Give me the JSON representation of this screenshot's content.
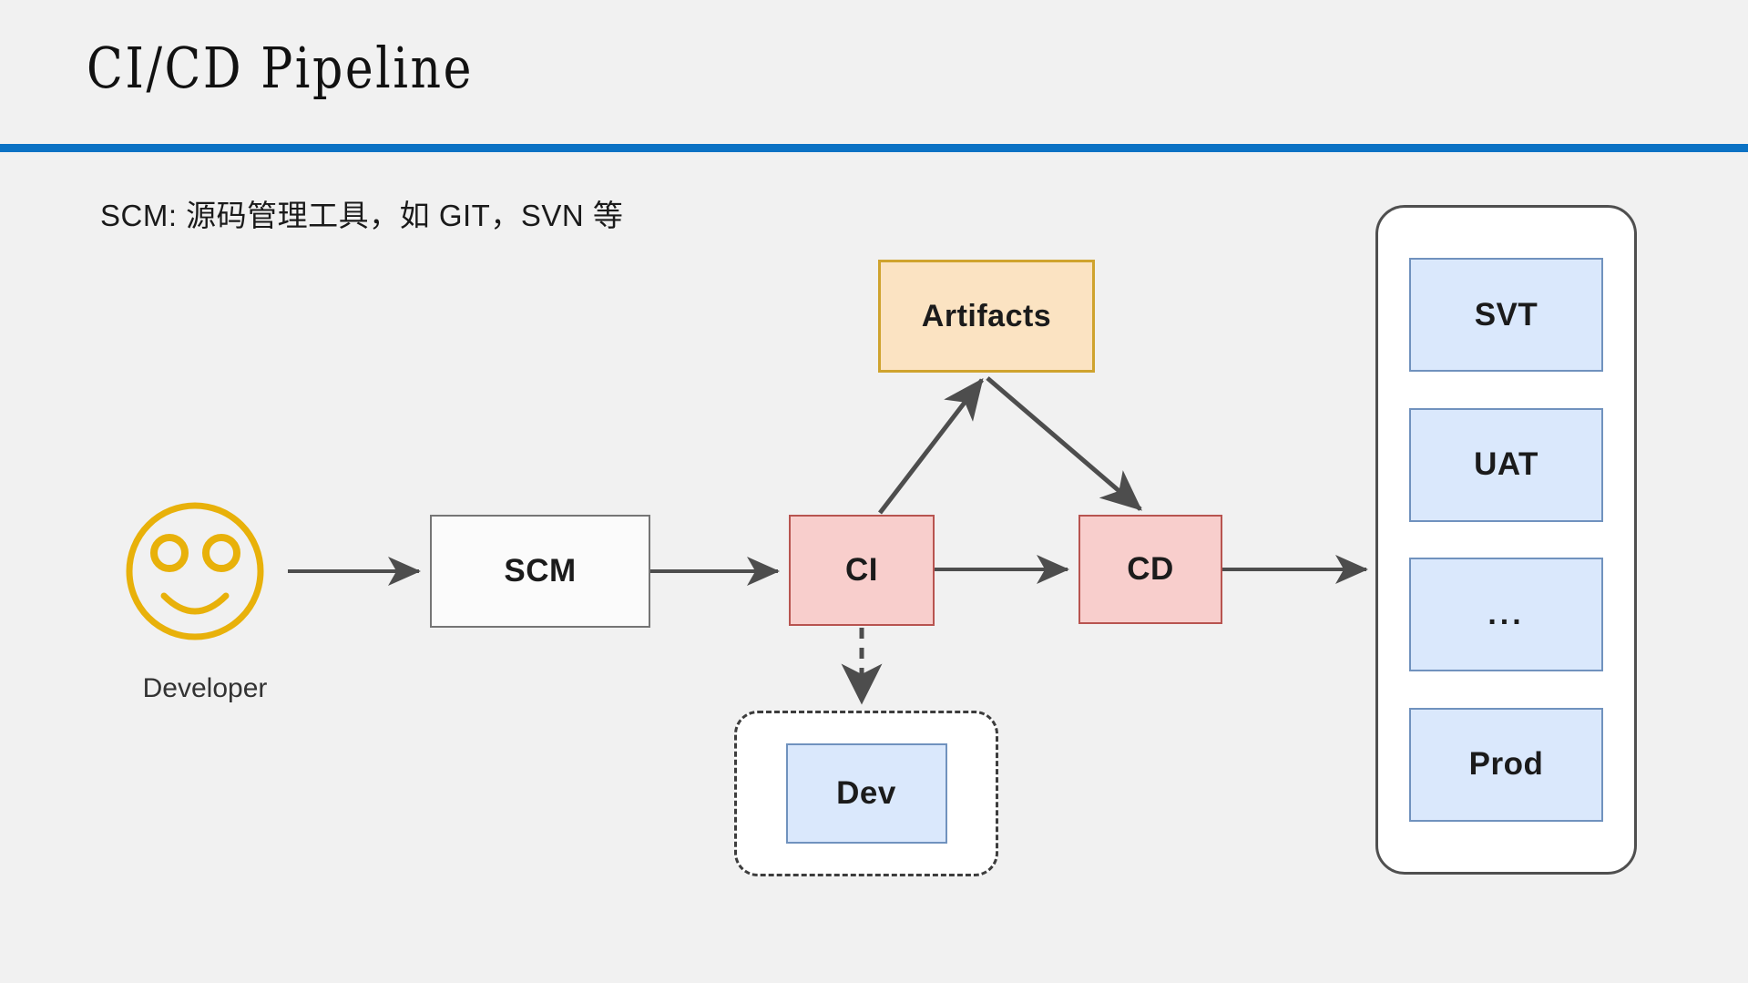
{
  "slide": {
    "title": "CI/CD Pipeline",
    "subtitle": "SCM: 源码管理工具，如 GIT，SVN 等",
    "accent_color": "#0b72c4",
    "background_color": "#f1f1f1"
  },
  "diagram": {
    "developer": {
      "icon": "smiley-face-icon",
      "label": "Developer",
      "color": "#e8b10a"
    },
    "nodes": {
      "scm": {
        "label": "SCM",
        "fill": "#fbfbfb",
        "stroke": "#757575"
      },
      "ci": {
        "label": "CI",
        "fill": "#f8cecc",
        "stroke": "#b85450"
      },
      "cd": {
        "label": "CD",
        "fill": "#f8cecc",
        "stroke": "#b85450"
      },
      "artifacts": {
        "label": "Artifacts",
        "fill": "#fbe3c2",
        "stroke": "#cfa32e"
      },
      "dev": {
        "label": "Dev",
        "fill": "#dae8fc",
        "stroke": "#7092be"
      }
    },
    "environments": [
      {
        "label": "SVT",
        "fill": "#dae8fc",
        "stroke": "#7092be"
      },
      {
        "label": "UAT",
        "fill": "#dae8fc",
        "stroke": "#7092be"
      },
      {
        "label": "...",
        "fill": "#dae8fc",
        "stroke": "#7092be"
      },
      {
        "label": "Prod",
        "fill": "#dae8fc",
        "stroke": "#7092be"
      }
    ],
    "connectors": [
      {
        "from": "developer",
        "to": "scm",
        "style": "solid"
      },
      {
        "from": "scm",
        "to": "ci",
        "style": "solid"
      },
      {
        "from": "ci",
        "to": "artifacts",
        "style": "solid"
      },
      {
        "from": "artifacts",
        "to": "cd",
        "style": "solid"
      },
      {
        "from": "ci",
        "to": "cd",
        "style": "solid"
      },
      {
        "from": "ci",
        "to": "dev",
        "style": "dashed"
      },
      {
        "from": "cd",
        "to": "environments",
        "style": "solid"
      }
    ]
  }
}
